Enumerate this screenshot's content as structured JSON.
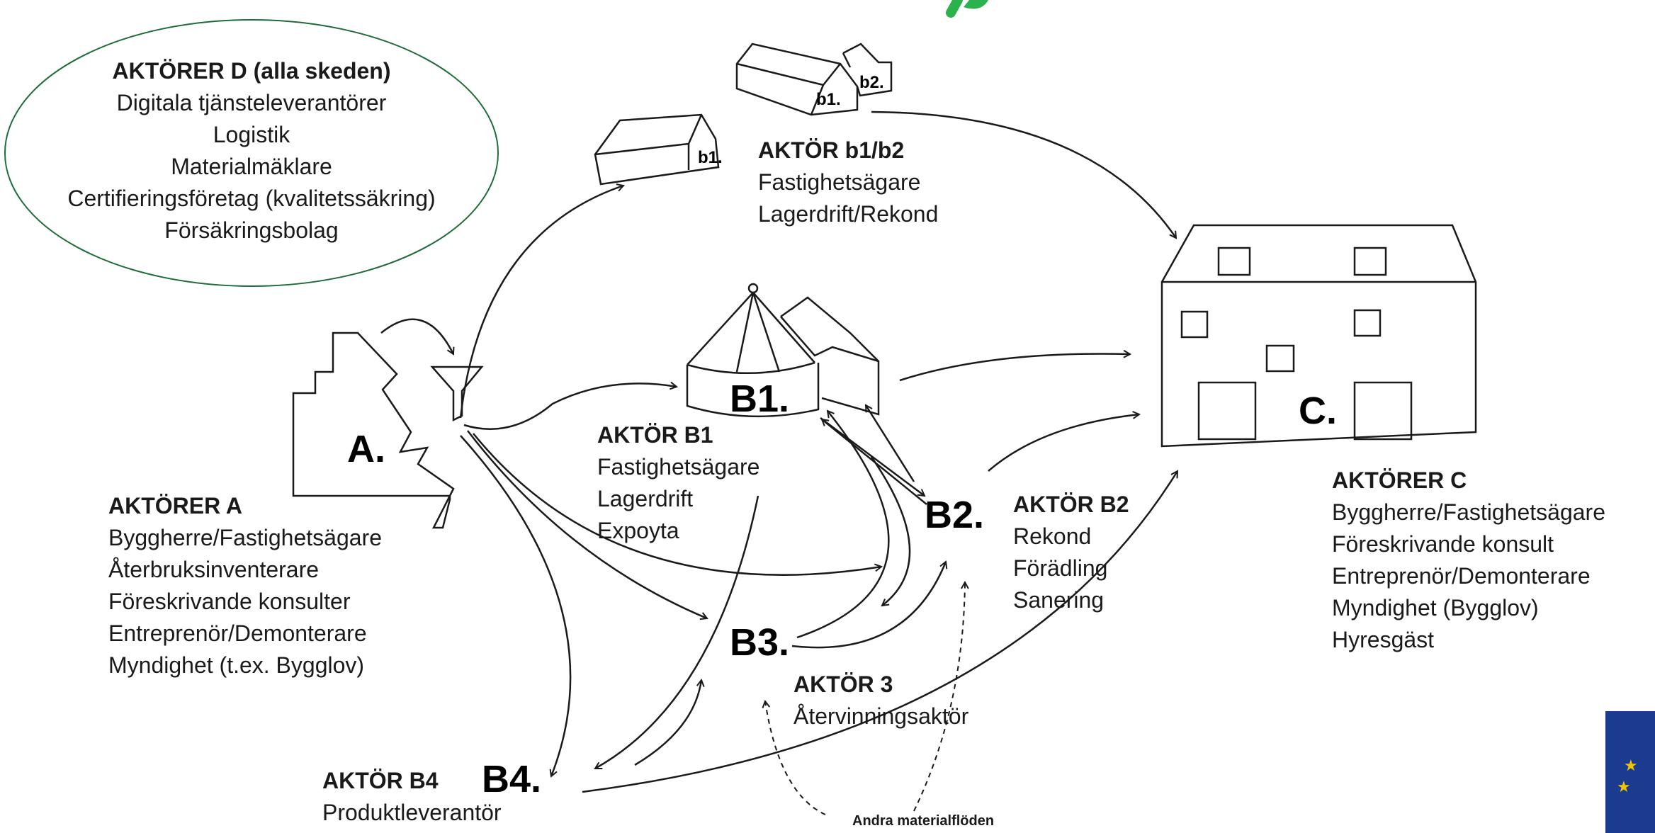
{
  "actors_d": {
    "title": "AKTÖRER D (alla skeden)",
    "items": [
      "Digitala tjänsteleverantörer",
      "Logistik",
      "Materialmäklare",
      "Certifieringsföretag (kvalitetssäkring)",
      "Försäkringsbolag"
    ]
  },
  "actors_a": {
    "title": "AKTÖRER A",
    "items": [
      "Byggherre/Fastighetsägare",
      "Återbruksinventerare",
      "Föreskrivande konsulter",
      "Entreprenör/Demonterare",
      "Myndighet (t.ex. Bygglov)"
    ]
  },
  "actor_b1b2": {
    "title": "AKTÖR b1/b2",
    "items": [
      "Fastighetsägare",
      "Lagerdrift/Rekond"
    ]
  },
  "actor_b1": {
    "title": "AKTÖR B1",
    "items": [
      "Fastighetsägare",
      "Lagerdrift",
      "Expoyta"
    ]
  },
  "actor_b2": {
    "title": "AKTÖR B2",
    "items": [
      "Rekond",
      "Förädling",
      "Sanering"
    ]
  },
  "actor_3": {
    "title": "AKTÖR 3",
    "items": [
      "Återvinningsaktör"
    ]
  },
  "actor_b4": {
    "title": "AKTÖR B4",
    "items": [
      "Produktleverantör"
    ]
  },
  "actors_c": {
    "title": "AKTÖRER C",
    "items": [
      "Byggherre/Fastighetsägare",
      "Föreskrivande konsult",
      "Entreprenör/Demonterare",
      "Myndighet (Bygglov)",
      "Hyresgäst"
    ]
  },
  "nodes": {
    "a": "A.",
    "b1": "B1.",
    "b2": "B2.",
    "b3": "B3.",
    "b4": "B4.",
    "c": "C.",
    "b1_small": "b1.",
    "b1_small2": "b1.",
    "b2_small": "b2."
  },
  "other_flows": "Andra materialflöden",
  "colors": {
    "ellipse_border": "#1f6b3a",
    "accent_green": "#2bb24c",
    "eu_blue": "#1a3b8f",
    "ink": "#1a1a1a"
  }
}
